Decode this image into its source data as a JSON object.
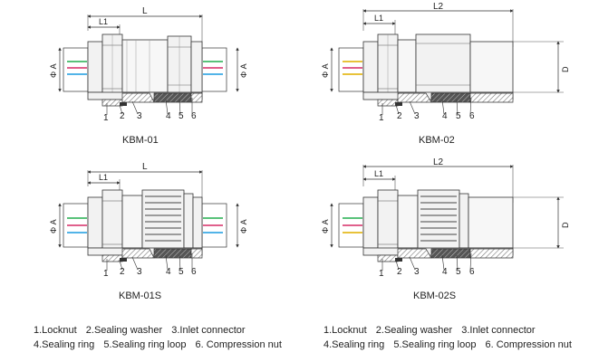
{
  "labels": {
    "L": "L",
    "L1": "L1",
    "L2": "L2",
    "phiA": "Φ A",
    "D": "D",
    "n1": "1",
    "n2": "2",
    "n3": "3",
    "n4": "4",
    "n5": "5",
    "n6": "6"
  },
  "variants": [
    {
      "id": "kbm-01",
      "title": "KBM-01"
    },
    {
      "id": "kbm-02",
      "title": "KBM-02"
    },
    {
      "id": "kbm-01s",
      "title": "KBM-01S"
    },
    {
      "id": "kbm-02s",
      "title": "KBM-02S"
    }
  ],
  "legend": {
    "left": {
      "row1": [
        "1.Locknut",
        "2.Sealing washer",
        "3.Inlet connector"
      ],
      "row2": [
        "4.Sealing ring",
        "5.Sealing ring loop",
        "6. Compression nut"
      ]
    },
    "right": {
      "row1": [
        "1.Locknut",
        "2.Sealing washer",
        "3.Inlet connector"
      ],
      "row2": [
        "4.Sealing ring",
        "5.Sealing ring loop",
        "6. Compression nut"
      ]
    }
  },
  "colors": {
    "line": "#333333",
    "body": "#f2f2f2",
    "hatch": "#777777",
    "wire_green": "#59c27a",
    "wire_pink": "#e0608c",
    "wire_blue": "#52b4e8",
    "wire_yellow": "#e8c23a"
  }
}
